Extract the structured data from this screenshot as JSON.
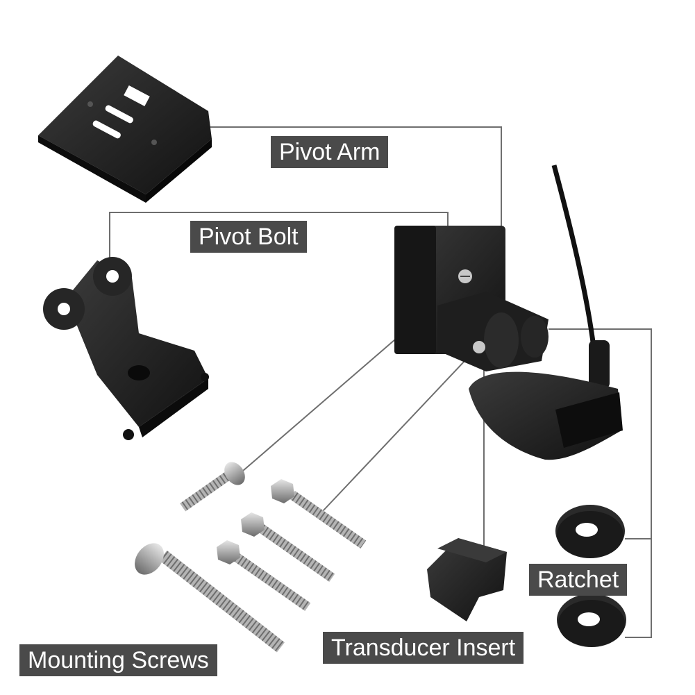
{
  "labels": {
    "pivot_arm": "Pivot Arm",
    "pivot_bolt": "Pivot Bolt",
    "ratchet": "Ratchet",
    "transducer_insert": "Transducer Insert",
    "mounting_screws": "Mounting Screws"
  },
  "colors": {
    "part": "#1c1c1c",
    "part_highlight": "#3a3a3a",
    "metal": "#b8b8b8",
    "leader_line": "#6e6e6e",
    "label_bg": "#4a4a4a",
    "label_text": "#ffffff"
  }
}
